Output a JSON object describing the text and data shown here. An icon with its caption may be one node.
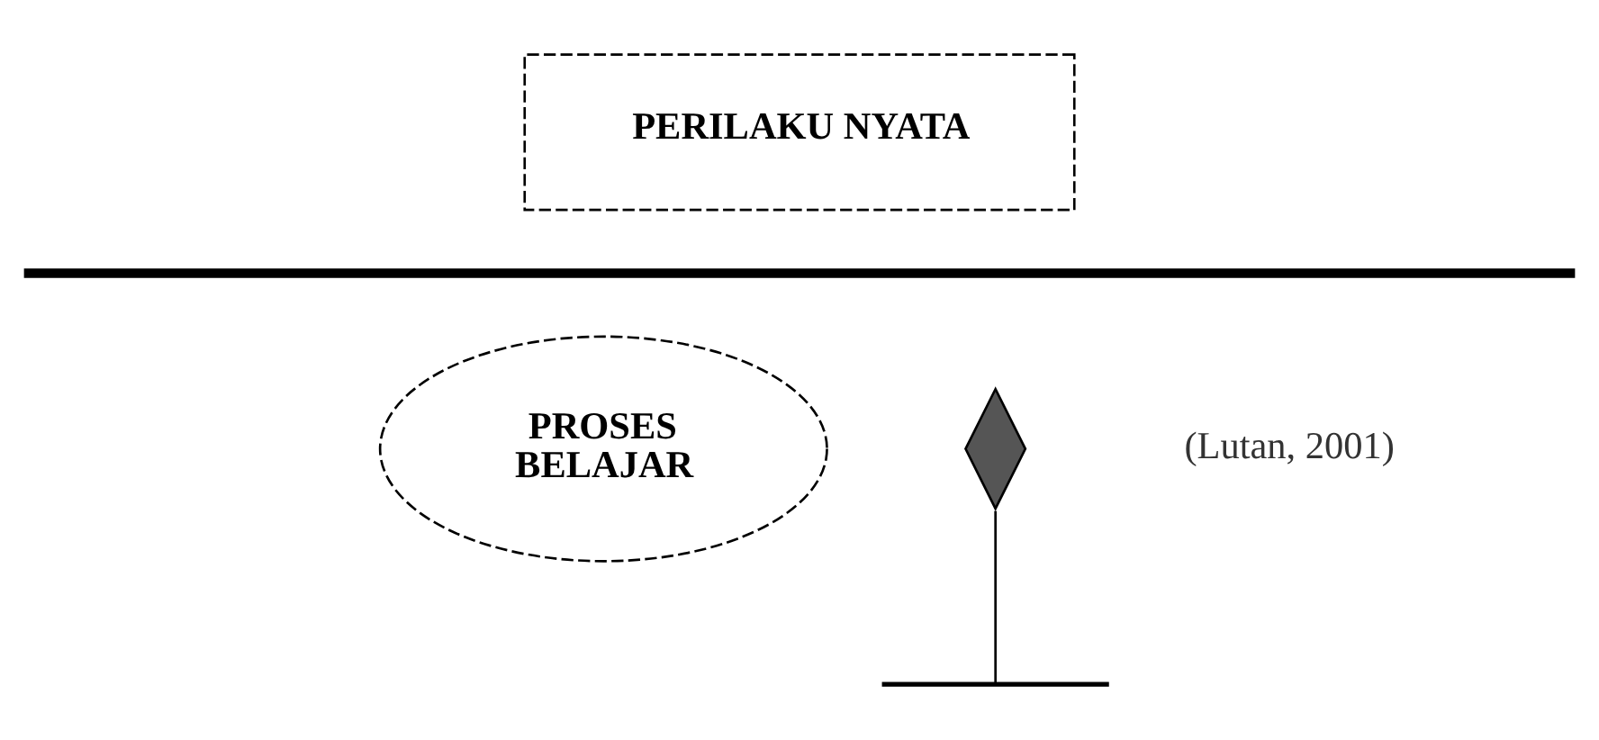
{
  "diagram": {
    "nodes": [
      {
        "text": [
          "PERILAKU NYATA"
        ]
      },
      {
        "text": [
          "PROSES BELAJAR"
        ]
      },
      {
        "text": [],
        "shape": "line"
      },
      {
        "text": [],
        "shape": "diamond"
      },
      {
        "text": [],
        "shape": "bar"
      }
    ],
    "edges": [
      {
        "from": 3,
        "to": 4,
        "arrow": "none"
      }
    ],
    "labels": [
      "(Lutan, 2001)"
    ]
  }
}
